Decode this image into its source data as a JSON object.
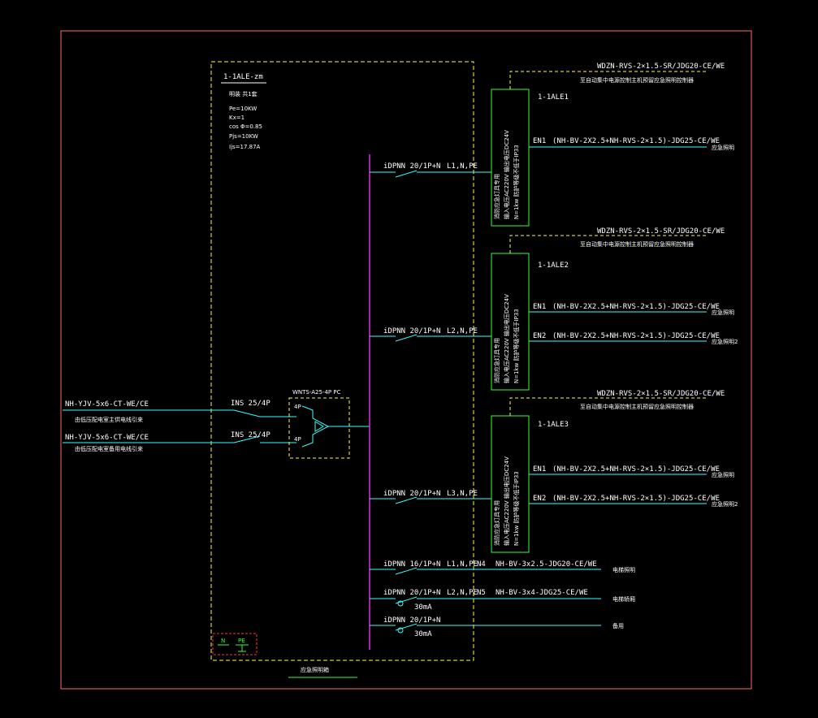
{
  "panel": {
    "name": "1-1ALE-zm",
    "note": "明装  共1套",
    "params": [
      "Pe=10KW",
      "Kx=1",
      "cos Φ=0.85",
      "Pjs=10KW",
      "Ijs=17.87A"
    ],
    "caption": "应急照明箱"
  },
  "incoming": [
    {
      "cable": "NH-YJV-5x6-CT-WE/CE",
      "desc": "由低压配电室主供电线引来",
      "switch": "INS 25/4P"
    },
    {
      "cable": "NH-YJV-5x6-CT-WE/CE",
      "desc": "由低压配电室备用电线引来",
      "switch": "INS 25/4P"
    }
  ],
  "ats": {
    "label": "WNTS-A25-4P PC",
    "pole_top": "4P",
    "pole_bottom": "4P"
  },
  "ground": {
    "n": "N",
    "pe": "PE"
  },
  "ale_boxes": [
    {
      "name": "1-1ALE1",
      "breaker": "iDPNN 20/1P+N",
      "phase": "L1,N,PE",
      "top_cable": "WDZN-RVS-2×1.5-SR/JDG20-CE/WE",
      "top_note": "至自动集中电源控制主机预留应急照明控制器",
      "box_lines": [
        "消防应急灯具专用",
        "输入电压AC220V 输出电压DC24V",
        "N=1kw 防护等级不低于IP33"
      ],
      "outputs": [
        {
          "id": "EN1",
          "cable": "(NH-BV-2X2.5+NH-RVS-2×1.5)-JDG25-CE/WE",
          "dest": "应急照明"
        }
      ]
    },
    {
      "name": "1-1ALE2",
      "breaker": "iDPNN 20/1P+N",
      "phase": "L2,N,PE",
      "top_cable": "WDZN-RVS-2×1.5-SR/JDG20-CE/WE",
      "top_note": "至自动集中电源控制主机预留应急照明控制器",
      "box_lines": [
        "消防应急灯具专用",
        "输入电压AC220V 输出电压DC24V",
        "N=1kw 防护等级不低于IP33"
      ],
      "outputs": [
        {
          "id": "EN1",
          "cable": "(NH-BV-2X2.5+NH-RVS-2×1.5)-JDG25-CE/WE",
          "dest": "应急照明"
        },
        {
          "id": "EN2",
          "cable": "(NH-BV-2X2.5+NH-RVS-2×1.5)-JDG25-CE/WE",
          "dest": "应急照明2"
        }
      ]
    },
    {
      "name": "1-1ALE3",
      "breaker": "iDPNN 20/1P+N",
      "phase": "L3,N,PE",
      "top_cable": "WDZN-RVS-2×1.5-SR/JDG20-CE/WE",
      "top_note": "至自动集中电源控制主机预留应急照明控制器",
      "box_lines": [
        "消防应急灯具专用",
        "输入电压AC220V 输出电压DC24V",
        "N=1kw 防护等级不低于IP33"
      ],
      "outputs": [
        {
          "id": "EN1",
          "cable": "(NH-BV-2X2.5+NH-RVS-2×1.5)-JDG25-CE/WE",
          "dest": "应急照明"
        },
        {
          "id": "EN2",
          "cable": "(NH-BV-2X2.5+NH-RVS-2×1.5)-JDG25-CE/WE",
          "dest": "应急照明2"
        }
      ]
    }
  ],
  "branches": [
    {
      "breaker": "iDPNN 16/1P+N",
      "phase": "L1,N,PE",
      "rcd": "",
      "id": "N4",
      "cable": "NH-BV-3x2.5-JDG20-CE/WE",
      "dest": "电梯照明"
    },
    {
      "breaker": "iDPNN 20/1P+N",
      "phase": "L2,N,PE",
      "rcd": "30mA",
      "id": "N5",
      "cable": "NH-BV-3x4-JDG25-CE/WE",
      "dest": "电梯轿厢"
    },
    {
      "breaker": "iDPNN 20/1P+N",
      "phase": "",
      "rcd": "30mA",
      "id": "",
      "cable": "",
      "dest": "备用"
    }
  ],
  "colors": {
    "frame": "#ff6a6a",
    "dashed": "#ffff33",
    "bus": "#ff33ff",
    "wire": "#33ffff",
    "box": "#33ff33",
    "text": "#ffffff"
  }
}
